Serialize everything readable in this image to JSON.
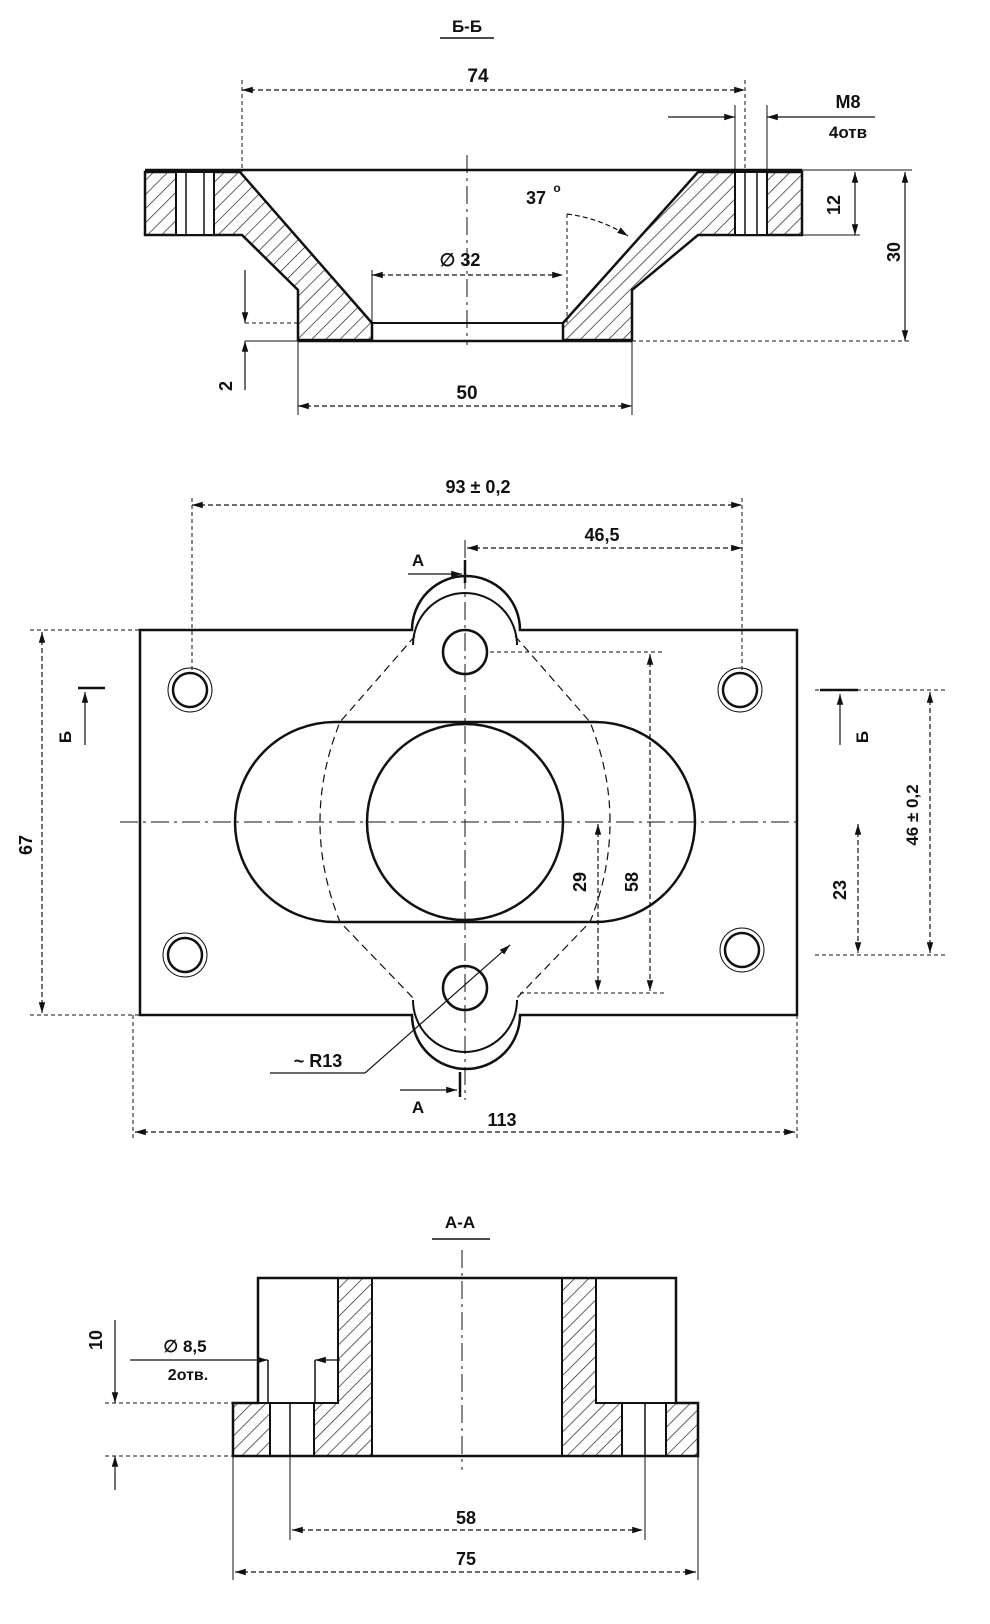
{
  "sections": {
    "bb": {
      "title": "Б-Б",
      "dim_74": "74",
      "thread_label": "M8",
      "thread_count": "4отв",
      "dim_12": "12",
      "dim_30": "30",
      "angle": "37",
      "angle_unit": "o",
      "dia_32": "∅ 32",
      "dim_2": "2",
      "dim_50": "50"
    },
    "plan": {
      "dim_93": "93 ± 0,2",
      "dim_46_5": "46,5",
      "cut_a_top": "А",
      "cut_a_bottom": "А",
      "cut_b_left": "Б",
      "cut_b_right": "Б",
      "dim_67": "67",
      "dim_46": "46 ± 0,2",
      "dim_29": "29",
      "dim_58": "58",
      "dim_23": "23",
      "radius": "~ R13",
      "dim_113": "113"
    },
    "aa": {
      "title": "А-А",
      "dim_10": "10",
      "hole_dia": "∅ 8,5",
      "hole_count": "2отв.",
      "dim_58": "58",
      "dim_75": "75"
    }
  }
}
